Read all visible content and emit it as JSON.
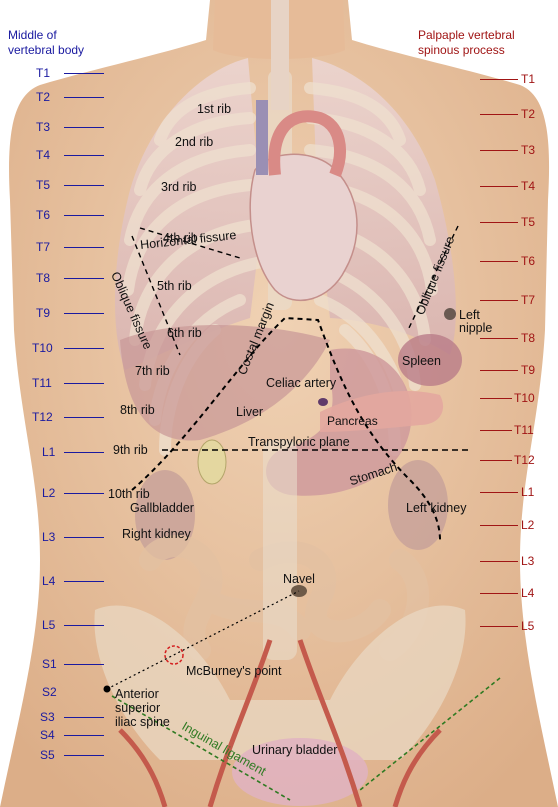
{
  "header": {
    "left_title": "Middle of\nvertebral body",
    "right_title": "Palpaple vertebral\nspinous process"
  },
  "vertebrae_left": [
    "T1",
    "T2",
    "T3",
    "T4",
    "T5",
    "T6",
    "T7",
    "T8",
    "T9",
    "T10",
    "T11",
    "T12",
    "L1",
    "L2",
    "L3",
    "L4",
    "L5",
    "S1",
    "S2",
    "S3",
    "S4",
    "S5"
  ],
  "vertebrae_right": [
    "T1",
    "T2",
    "T3",
    "T4",
    "T5",
    "T6",
    "T7",
    "T8",
    "T9",
    "T10",
    "T11",
    "T12",
    "L1",
    "L2",
    "L3",
    "L4",
    "L5"
  ],
  "ribs": [
    "1st rib",
    "2nd rib",
    "3rd rib",
    "4th rib",
    "5th rib",
    "6th rib",
    "7th rib",
    "8th rib",
    "9th rib",
    "10th rib"
  ],
  "labels": {
    "horizontal_fissure": "Horizontal fissure",
    "oblique_fissure_right": "Oblique fissure",
    "oblique_fissure_left": "Oblique fissure",
    "costal_margin": "Costal margin",
    "left_nipple": "Left\nnipple",
    "spleen": "Spleen",
    "celiac_artery": "Celiac artery",
    "pancreas": "Pancreas",
    "liver": "Liver",
    "transpyloric_plane": "Transpyloric plane",
    "stomach": "Stomach",
    "gallbladder": "Gallbladder",
    "left_kidney": "Left kidney",
    "right_kidney": "Right kidney",
    "navel": "Navel",
    "mcburneys_point": "McBurney's point",
    "asis": "Anterior\nsuperior\niliac spine",
    "inguinal_ligament": "Inguinal ligament",
    "urinary_bladder": "Urinary bladder"
  },
  "colors": {
    "left_scale": "#1a1aa0",
    "right_scale": "#a01515",
    "skin": "#e9c7a6",
    "guide_lines": "#000000",
    "mcburney_circle": "#d42020",
    "inguinal": "#2f7a22"
  }
}
